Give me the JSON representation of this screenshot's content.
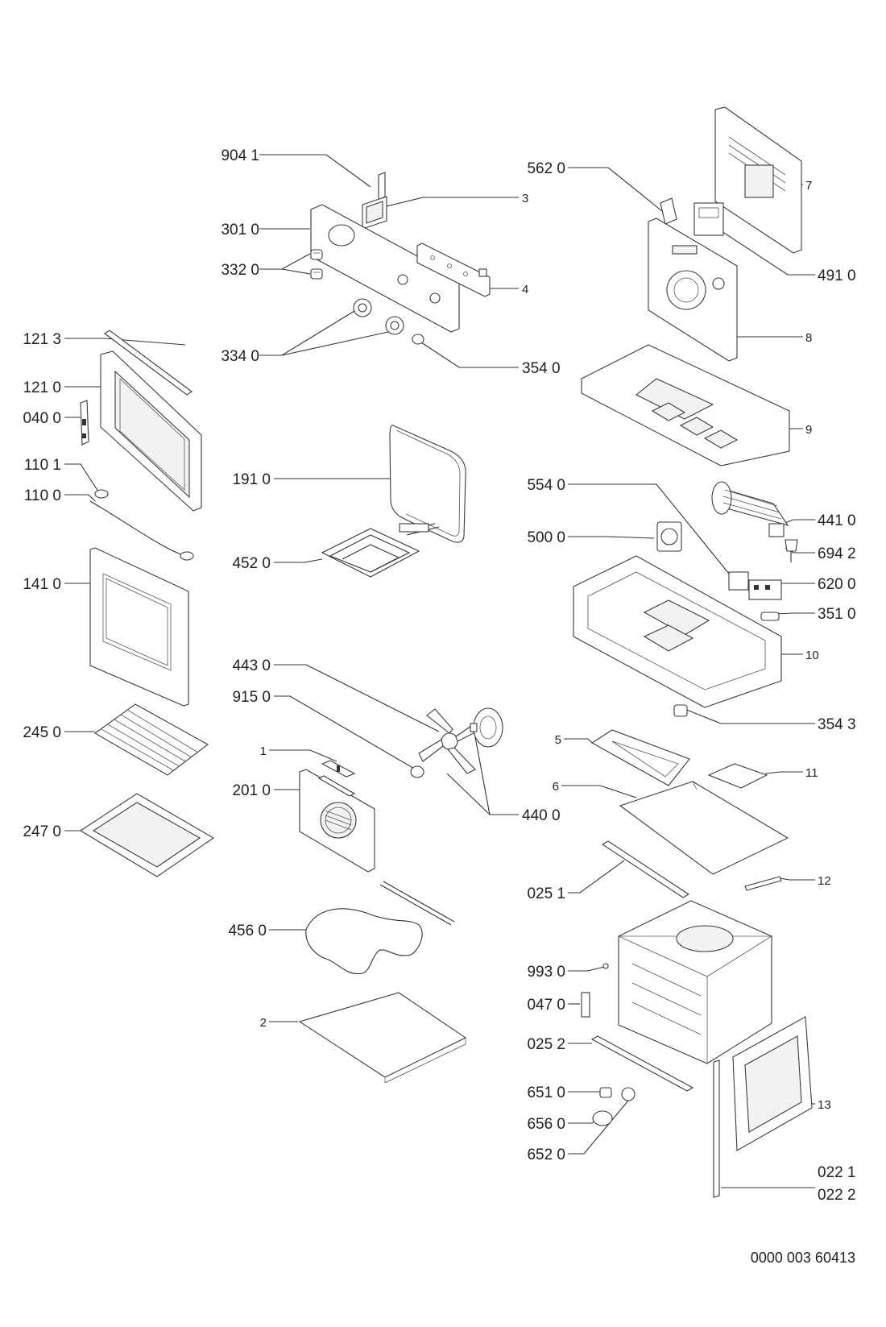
{
  "diagram": {
    "reference_number": "0000 003 60413",
    "labels": {
      "p9041": "904 1",
      "p3": "3",
      "p3010": "301 0",
      "p3320": "332 0",
      "p4": "4",
      "p3340": "334 0",
      "p3540": "354 0",
      "p5620": "562 0",
      "p7": "7",
      "p4910": "491 0",
      "p8": "8",
      "p9": "9",
      "p1213": "121 3",
      "p1210": "121 0",
      "p0400": "040 0",
      "p1101": "110 1",
      "p1100": "110 0",
      "p1410": "141 0",
      "p2450": "245 0",
      "p2470": "247 0",
      "p1910": "191 0",
      "p4520": "452 0",
      "p5540": "554 0",
      "p4410": "441 0",
      "p5000": "500 0",
      "p6942": "694 2",
      "p6200": "620 0",
      "p3510": "351 0",
      "p10": "10",
      "p4430": "443 0",
      "p9150": "915 0",
      "p3543": "354 3",
      "p1": "1",
      "p5": "5",
      "p11": "11",
      "p2010": "201 0",
      "p4400": "440 0",
      "p6": "6",
      "p0251": "025 1",
      "p12": "12",
      "p4560": "456 0",
      "p9930": "993 0",
      "p0470": "047 0",
      "p2": "2",
      "p0252": "025 2",
      "p13": "13",
      "p6510": "651 0",
      "p6560": "656 0",
      "p6520": "652 0",
      "p0221": "022 1",
      "p0222": "022 2"
    }
  }
}
